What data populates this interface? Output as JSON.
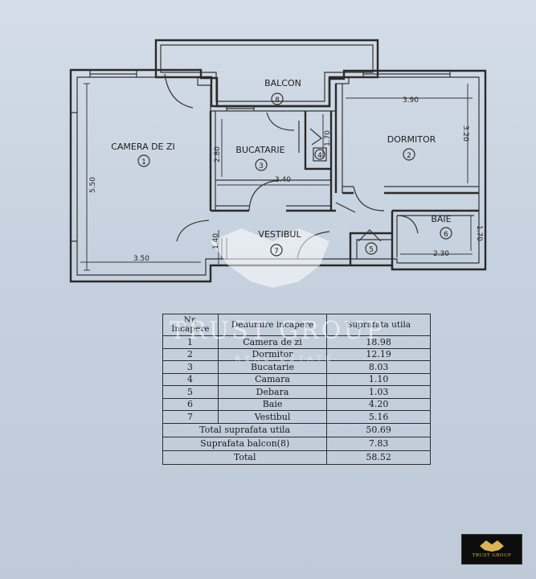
{
  "plan": {
    "rooms": {
      "balcon": {
        "name": "BALCON",
        "nr": "8"
      },
      "camera": {
        "name": "CAMERA DE ZI",
        "nr": "1"
      },
      "bucatarie": {
        "name": "BUCATARIE",
        "nr": "3"
      },
      "dormitor": {
        "name": "DORMITOR",
        "nr": "2"
      },
      "vestibul": {
        "name": "VESTIBUL",
        "nr": "7"
      },
      "baie": {
        "name": "BAIE",
        "nr": "6"
      },
      "camara": {
        "nr": "4"
      },
      "debara": {
        "nr": "5"
      }
    },
    "dimensions": {
      "camera_w": "3.50",
      "camera_h": "5.50",
      "bucatarie_w": "3.40",
      "bucatarie_h": "2.80",
      "camara_h": "1.70",
      "dormitor_w": "3.90",
      "dormitor_h": "3.20",
      "baie_w": "2.30",
      "baie_h": "1.70",
      "vestibul_h": "1.40"
    }
  },
  "watermark": {
    "brand": "TRUST GROUP",
    "sub": "REAL ESTATE"
  },
  "table": {
    "headers": {
      "nr": "Nr.\nIncapere",
      "name": "Denumire incapere",
      "area": "Suprafata utila"
    },
    "rows": [
      {
        "nr": "1",
        "name": "Camera de zi",
        "area": "18.98"
      },
      {
        "nr": "2",
        "name": "Dormitor",
        "area": "12.19"
      },
      {
        "nr": "3",
        "name": "Bucatarie",
        "area": "8.03"
      },
      {
        "nr": "4",
        "name": "Camara",
        "area": "1.10"
      },
      {
        "nr": "5",
        "name": "Debara",
        "area": "1.03"
      },
      {
        "nr": "6",
        "name": "Baie",
        "area": "4.20"
      },
      {
        "nr": "7",
        "name": "Vestibul",
        "area": "5.16"
      }
    ],
    "totals": [
      {
        "label": "Total suprafata utila",
        "value": "50.69"
      },
      {
        "label": "Suprafata balcon(8)",
        "value": "7.83"
      },
      {
        "label": "Total",
        "value": "58.52"
      }
    ]
  },
  "logo": {
    "name": "TRUST GROUP"
  },
  "colors": {
    "ink": "#2a2a2a",
    "paper": "#c9d3e0",
    "logo_gold": "#d9b35a"
  }
}
